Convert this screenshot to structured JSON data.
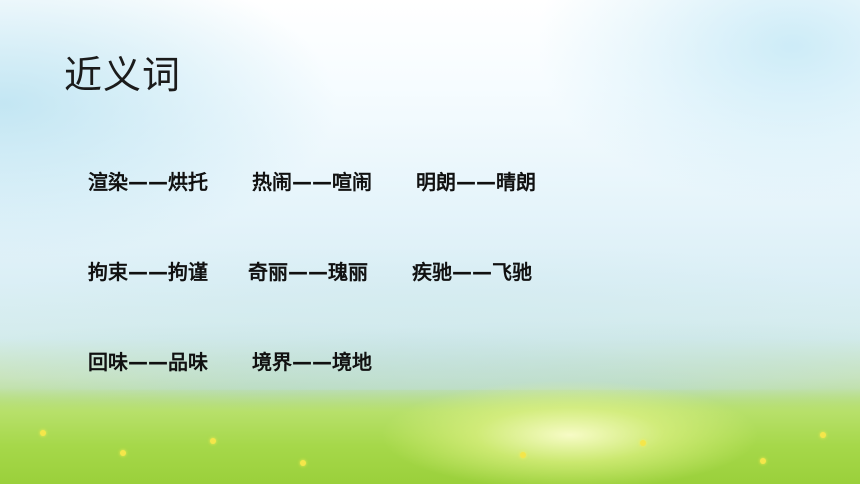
{
  "slide": {
    "title": "近义词",
    "rows": [
      [
        "渲染——烘托",
        "热闹——喧闹",
        "明朗——晴朗"
      ],
      [
        "拘束——拘谨",
        "奇丽——瑰丽",
        "疾驰——飞驰"
      ],
      [
        "回味——品味",
        "境界——境地"
      ]
    ]
  },
  "colors": {
    "sky": "#e7f5fb",
    "grass": "#a6d84a",
    "text": "#111111"
  }
}
